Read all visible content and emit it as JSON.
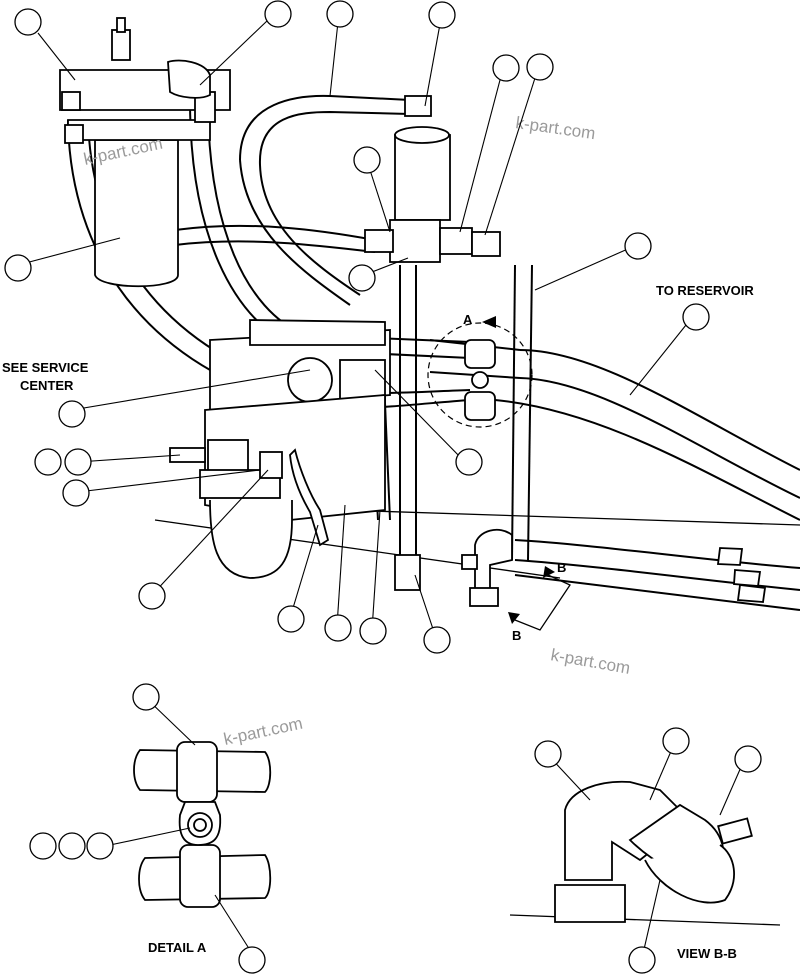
{
  "labels": {
    "to_reservoir": "TO RESERVOIR",
    "see_service_line1": "SEE SERVICE",
    "see_service_line2": "CENTER",
    "detail_a": "DETAIL A",
    "view_bb": "VIEW B-B",
    "section_a": "A",
    "section_b_upper": "B",
    "section_b_lower": "B"
  },
  "watermarks": [
    "k-part.com",
    "k-part.com",
    "k-part.com",
    "k-part.com"
  ],
  "icons": {
    "callout": "blank-callout-circle",
    "arrow": "section-arrow-icon"
  }
}
